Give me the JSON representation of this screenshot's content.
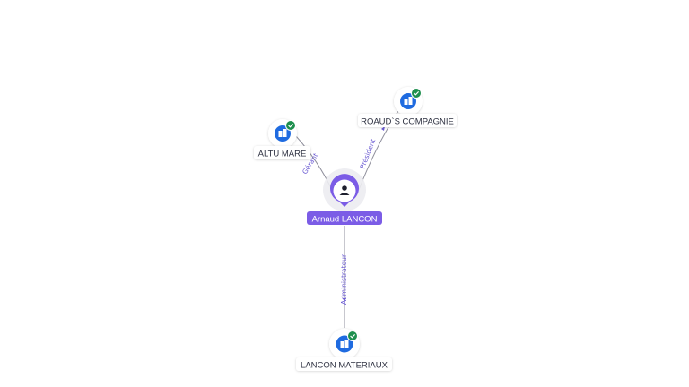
{
  "colors": {
    "company": "#1f6be0",
    "check": "#1e8f4e",
    "person": "#7b5ce6",
    "edge_label": "#6b5bd2"
  },
  "person": {
    "name": "Arnaud LANCON",
    "icon": "person-icon"
  },
  "companies": [
    {
      "id": "altumare",
      "name": "ALTU MARE",
      "icon": "building-icon",
      "verified_icon": "check-icon"
    },
    {
      "id": "roauds",
      "name": "ROAUD`S COMPAGNIE",
      "icon": "building-icon",
      "verified_icon": "check-icon"
    },
    {
      "id": "lancon",
      "name": "LANCON MATERIAUX",
      "icon": "building-icon",
      "verified_icon": "check-icon"
    }
  ],
  "relations": [
    {
      "to": "altumare",
      "label": "Gérant"
    },
    {
      "to": "roauds",
      "label": "Président"
    },
    {
      "to": "lancon",
      "label": "Administrateur"
    }
  ]
}
